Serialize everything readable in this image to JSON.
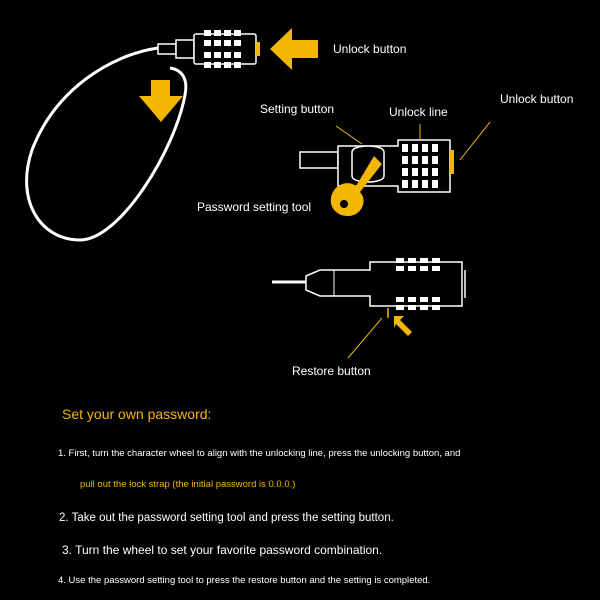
{
  "labels": {
    "unlock_button_top": "Unlock button",
    "setting_button": "Setting button",
    "unlock_line": "Unlock line",
    "unlock_button_right": "Unlock button",
    "password_setting_tool": "Password setting tool",
    "restore_button": "Restore button"
  },
  "instructions": {
    "heading": "Set your own password:",
    "step1_line1": "1. First, turn the character wheel to align with the unlocking line, press the unlocking button, and",
    "step1_line2": "pull out the lock strap (the initial password is 0.0.0.)",
    "step2": "2. Take out the password setting tool and press the setting button.",
    "step3": "3. Turn the wheel to set your favorite password combination.",
    "step4": "4. Use the password setting tool to press the restore button and the setting is completed."
  },
  "colors": {
    "background": "#000000",
    "accent_yellow": "#f2b705",
    "line_white": "#ffffff"
  }
}
